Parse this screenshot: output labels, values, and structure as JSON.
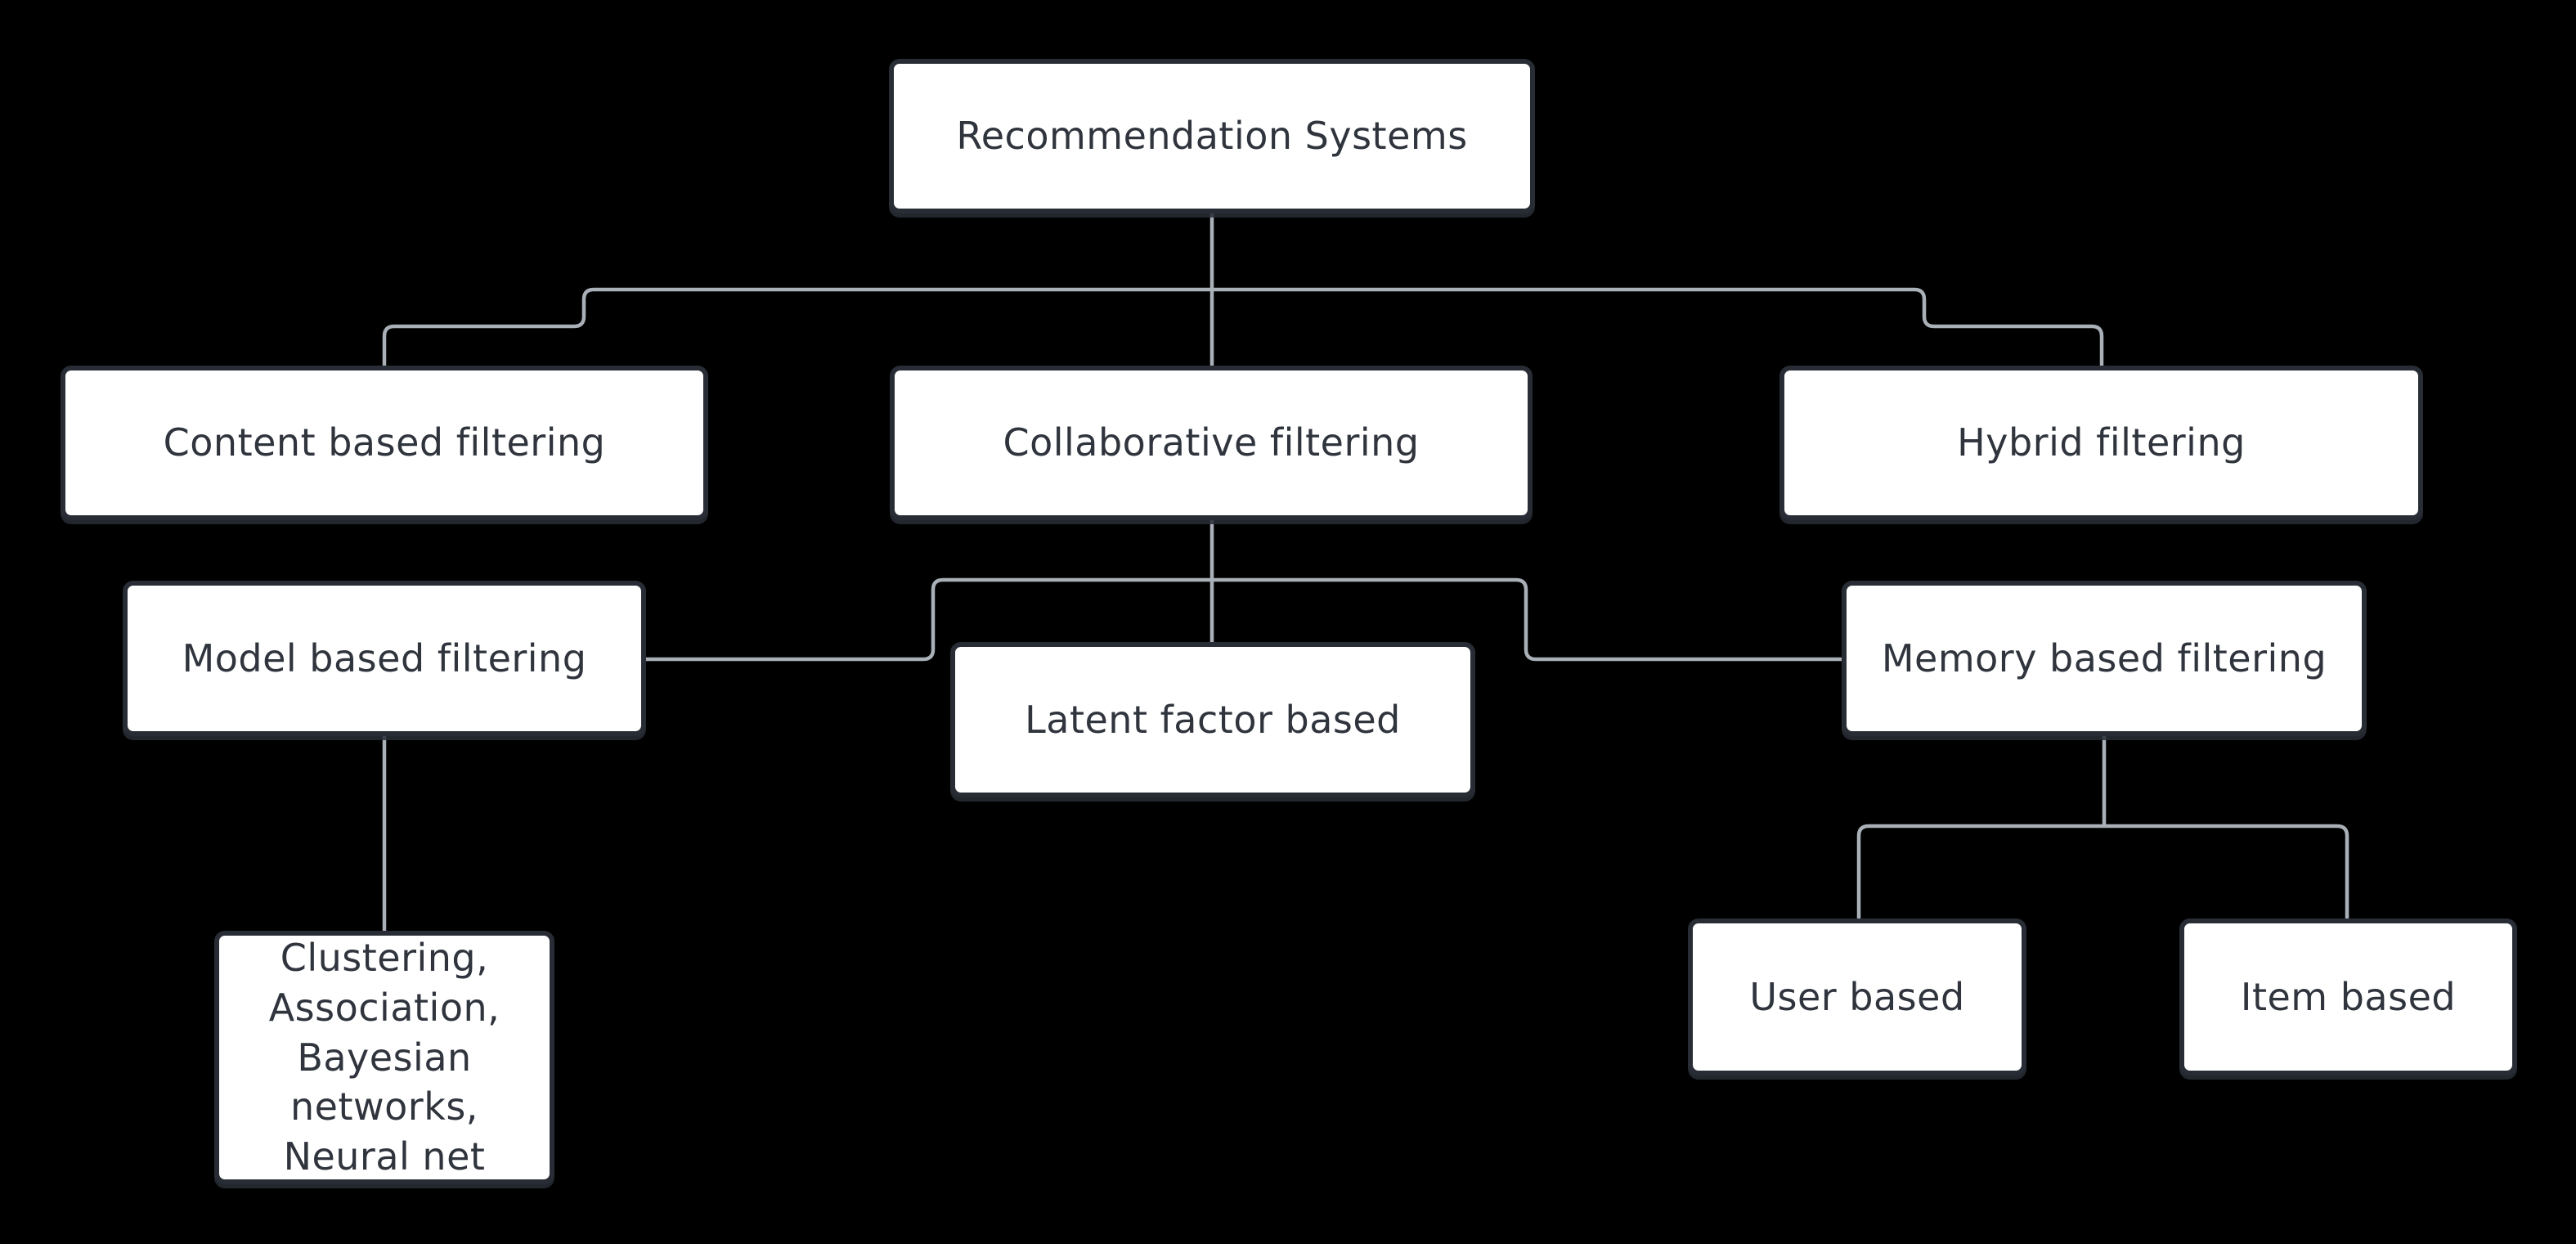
{
  "diagram": {
    "type": "flowchart",
    "background_color": "#000000",
    "node_fill": "#ffffff",
    "node_border_color": "#282d35",
    "node_text_color": "#2f343d",
    "connector_color": "#aab0b8",
    "nodes": {
      "root": {
        "label": "Recommendation Systems"
      },
      "content": {
        "label": "Content based filtering"
      },
      "collab": {
        "label": "Collaborative filtering"
      },
      "hybrid": {
        "label": "Hybrid filtering"
      },
      "model": {
        "label": "Model based filtering"
      },
      "latent": {
        "label": "Latent factor based"
      },
      "memory": {
        "label": "Memory based filtering"
      },
      "clustering": {
        "label": "Clustering,\nAssociation,\nBayesian\nnetworks,\nNeural net"
      },
      "user": {
        "label": "User based"
      },
      "item": {
        "label": "Item based"
      }
    },
    "edges": [
      {
        "from": "Recommendation Systems",
        "to": "Content based filtering"
      },
      {
        "from": "Recommendation Systems",
        "to": "Collaborative filtering"
      },
      {
        "from": "Recommendation Systems",
        "to": "Hybrid filtering"
      },
      {
        "from": "Collaborative filtering",
        "to": "Model based filtering"
      },
      {
        "from": "Collaborative filtering",
        "to": "Latent factor based"
      },
      {
        "from": "Collaborative filtering",
        "to": "Memory based filtering"
      },
      {
        "from": "Model based filtering",
        "to": "Clustering, Association, Bayesian networks, Neural net"
      },
      {
        "from": "Memory based filtering",
        "to": "User based"
      },
      {
        "from": "Memory based filtering",
        "to": "Item based"
      }
    ]
  }
}
